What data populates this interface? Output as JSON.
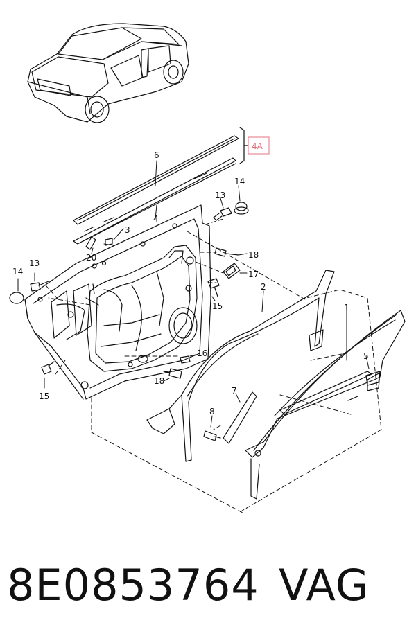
{
  "diagram": {
    "callouts": {
      "c1": "1",
      "c2": "2",
      "c3": "3",
      "c4": "4",
      "c5": "5",
      "c6": "6",
      "c7": "7",
      "c8": "8",
      "c13a": "13",
      "c13b": "13",
      "c14a": "14",
      "c14b": "14",
      "c15a": "15",
      "c15b": "15",
      "c16": "16",
      "c17": "17",
      "c18a": "18",
      "c18b": "18",
      "c20": "20"
    },
    "reference_box": "4A",
    "reference_color": "#e88a96"
  },
  "footer": {
    "part_number": "8E0853764",
    "brand": "VAG"
  }
}
